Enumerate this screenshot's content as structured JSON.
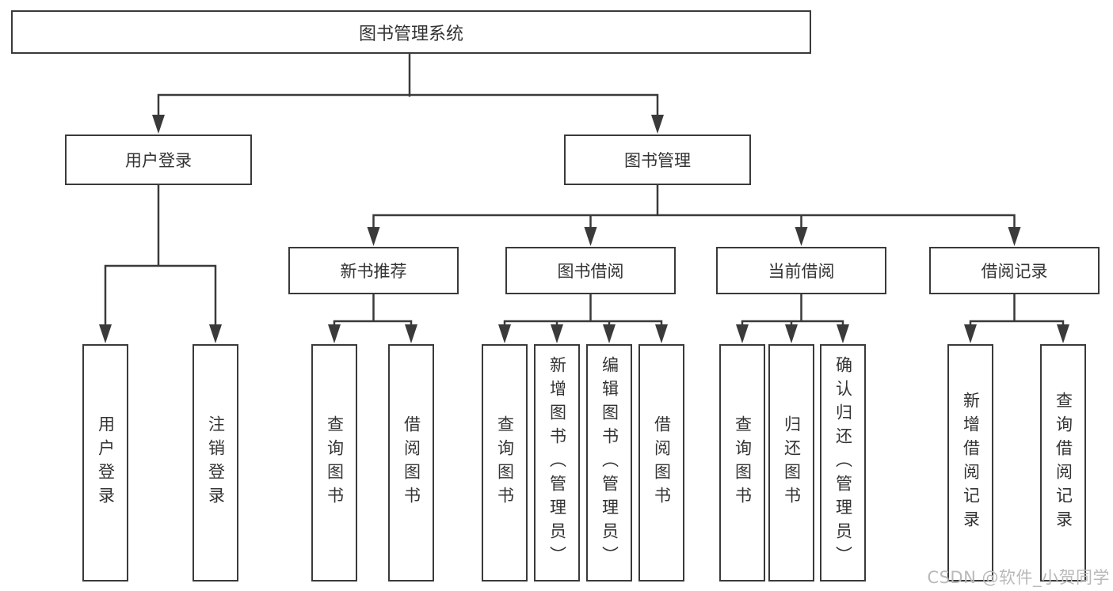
{
  "nodes": {
    "root": "图书管理系统",
    "user_login": "用户登录",
    "book_management": "图书管理",
    "new_book_recommend": "新书推荐",
    "book_borrowing": "图书借阅",
    "current_borrowing": "当前借阅",
    "borrowing_records": "借阅记录",
    "leaves": [
      "用户登录",
      "注销登录",
      "查询图书",
      "借阅图书",
      "查询图书",
      "新增图书（管理员）",
      "编辑图书（管理员）",
      "借阅图书",
      "查询图书",
      "归还图书",
      "确认归还（管理员）",
      "新增借阅记录",
      "查询借阅记录"
    ]
  },
  "watermark": "CSDN @软件_小贺同学",
  "colors": {
    "line": "#3a3a3a",
    "text": "#333333",
    "watermark": "#b9b9b9",
    "background": "#ffffff"
  }
}
